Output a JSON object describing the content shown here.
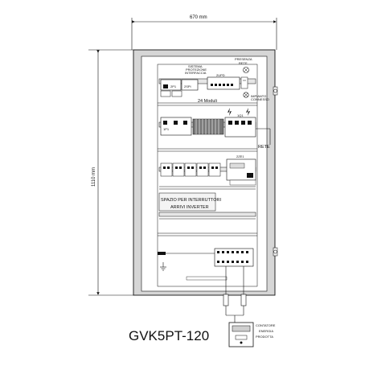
{
  "dimensions": {
    "width": "670 mm",
    "height": "1110 mm"
  },
  "panel_labels": {
    "presenza_rete_1": "PRESENZA",
    "presenza_rete_2": "RETE",
    "sistema_protezione_1": "SISTEMA",
    "sistema_protezione_2": "PROTEZIONE",
    "sistema_protezione_3": "INTERFACCIA",
    "modules": "24 Moduli",
    "impianto_1": "IMPIANTO",
    "impianto_2": "CONNESSO",
    "rete": "RETE",
    "spazio_1": "SPAZIO PER INTERRUTTORI",
    "spazio_2": "ARRIVI INVERTER",
    "sistema_code": "2UPD",
    "breaker_a": "2P1",
    "breaker_b": "2SPI",
    "group_1p": "1P1",
    "group_4p": "1Q1",
    "meter_code": "2ZE1"
  },
  "meter_labels": {
    "line_1": "CONTATORE",
    "line_2": "ENERGIA",
    "line_3": "PRODOTTA"
  },
  "model": "GVK5PT-120"
}
